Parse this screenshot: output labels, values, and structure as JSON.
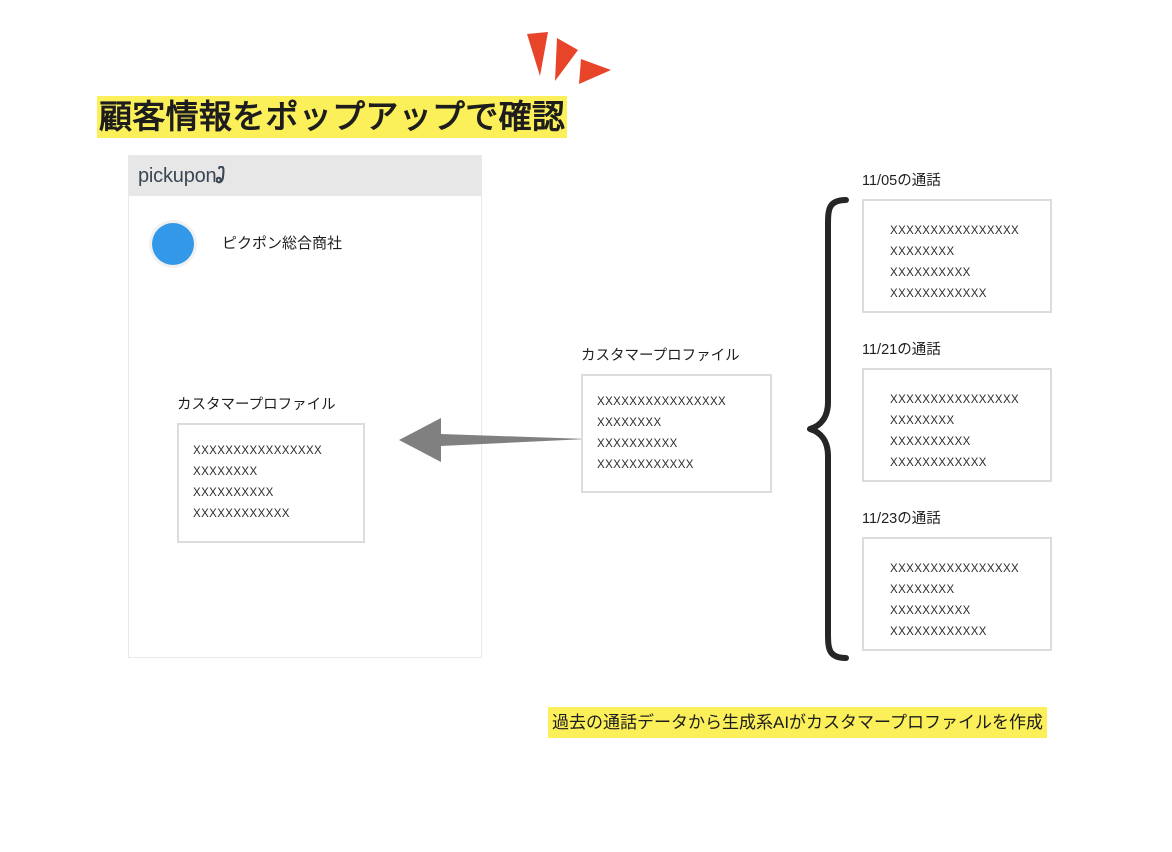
{
  "slide": {
    "title": "顧客情報をポップアップで確認",
    "caption": "過去の通話データから生成系AIがカスタマープロファイルを作成",
    "highlight_color": "#fbf05a",
    "burst_color": "#e8442a",
    "avatar_color": "#3498e8",
    "arrow_color": "#808080",
    "box_border_color": "#dcdcdc"
  },
  "app_panel": {
    "logo_text": "pickupon",
    "logo_mark_name": "phone-handset-icon",
    "contact_name": "ピクポン総合商社",
    "profile": {
      "label": "カスタマープロファイル",
      "lines": [
        "XXXXXXXXXXXXXXXX",
        "XXXXXXXX",
        "XXXXXXXXXX",
        "XXXXXXXXXXXX"
      ]
    }
  },
  "mid_profile": {
    "label": "カスタマープロファイル",
    "lines": [
      "XXXXXXXXXXXXXXXX",
      "XXXXXXXX",
      "XXXXXXXXXX",
      "XXXXXXXXXXXX"
    ]
  },
  "calls": [
    {
      "label": "11/05の通話",
      "lines": [
        "XXXXXXXXXXXXXXXX",
        "XXXXXXXX",
        "XXXXXXXXXX",
        "XXXXXXXXXXXX"
      ]
    },
    {
      "label": "11/21の通話",
      "lines": [
        "XXXXXXXXXXXXXXXX",
        "XXXXXXXX",
        "XXXXXXXXXX",
        "XXXXXXXXXXXX"
      ]
    },
    {
      "label": "11/23の通話",
      "lines": [
        "XXXXXXXXXXXXXXXX",
        "XXXXXXXX",
        "XXXXXXXXXX",
        "XXXXXXXXXXXX"
      ]
    }
  ]
}
